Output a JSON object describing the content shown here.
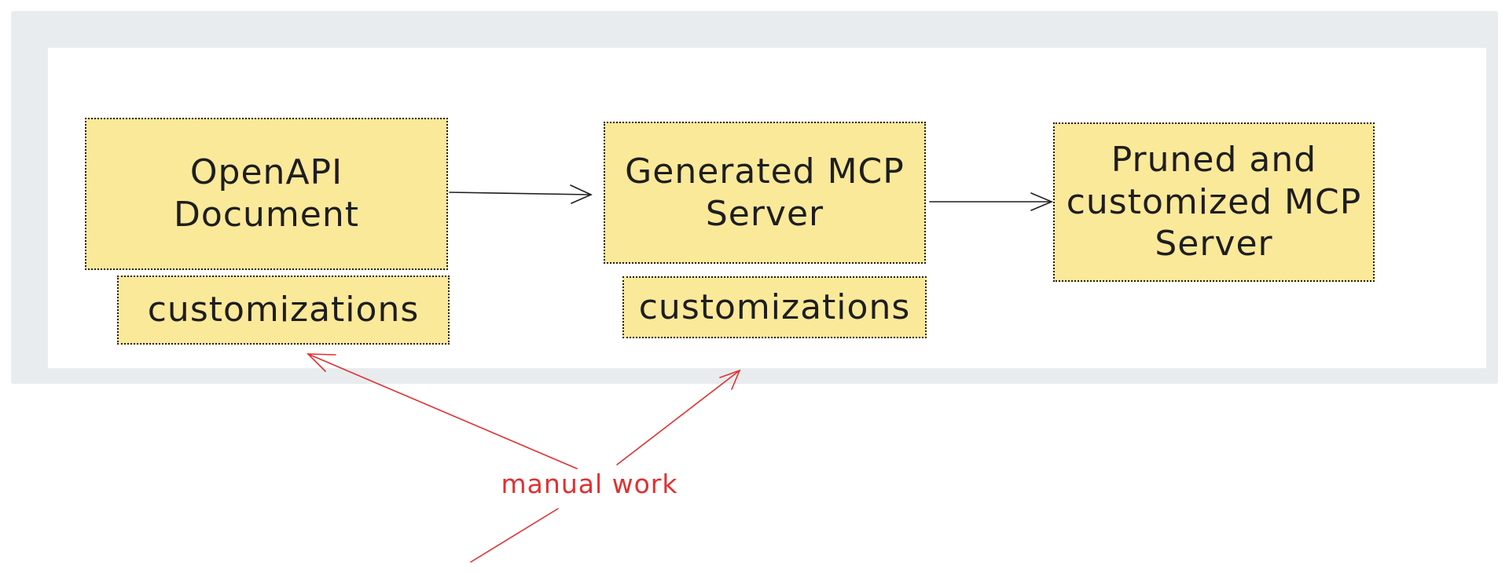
{
  "nodes": {
    "openapi": {
      "line1": "OpenAPI",
      "line2": "Document"
    },
    "customizations_1": "customizations",
    "generated": {
      "line1": "Generated MCP",
      "line2": "Server"
    },
    "customizations_2": "customizations",
    "pruned": {
      "line1": "Pruned and",
      "line2": "customized MCP",
      "line3": "Server"
    }
  },
  "annotation": {
    "text": "manual work",
    "color": "#e03131"
  },
  "colors": {
    "note_fill": "#fbe99a",
    "frame": "#e9ecef",
    "ink": "#1e1e1e"
  }
}
